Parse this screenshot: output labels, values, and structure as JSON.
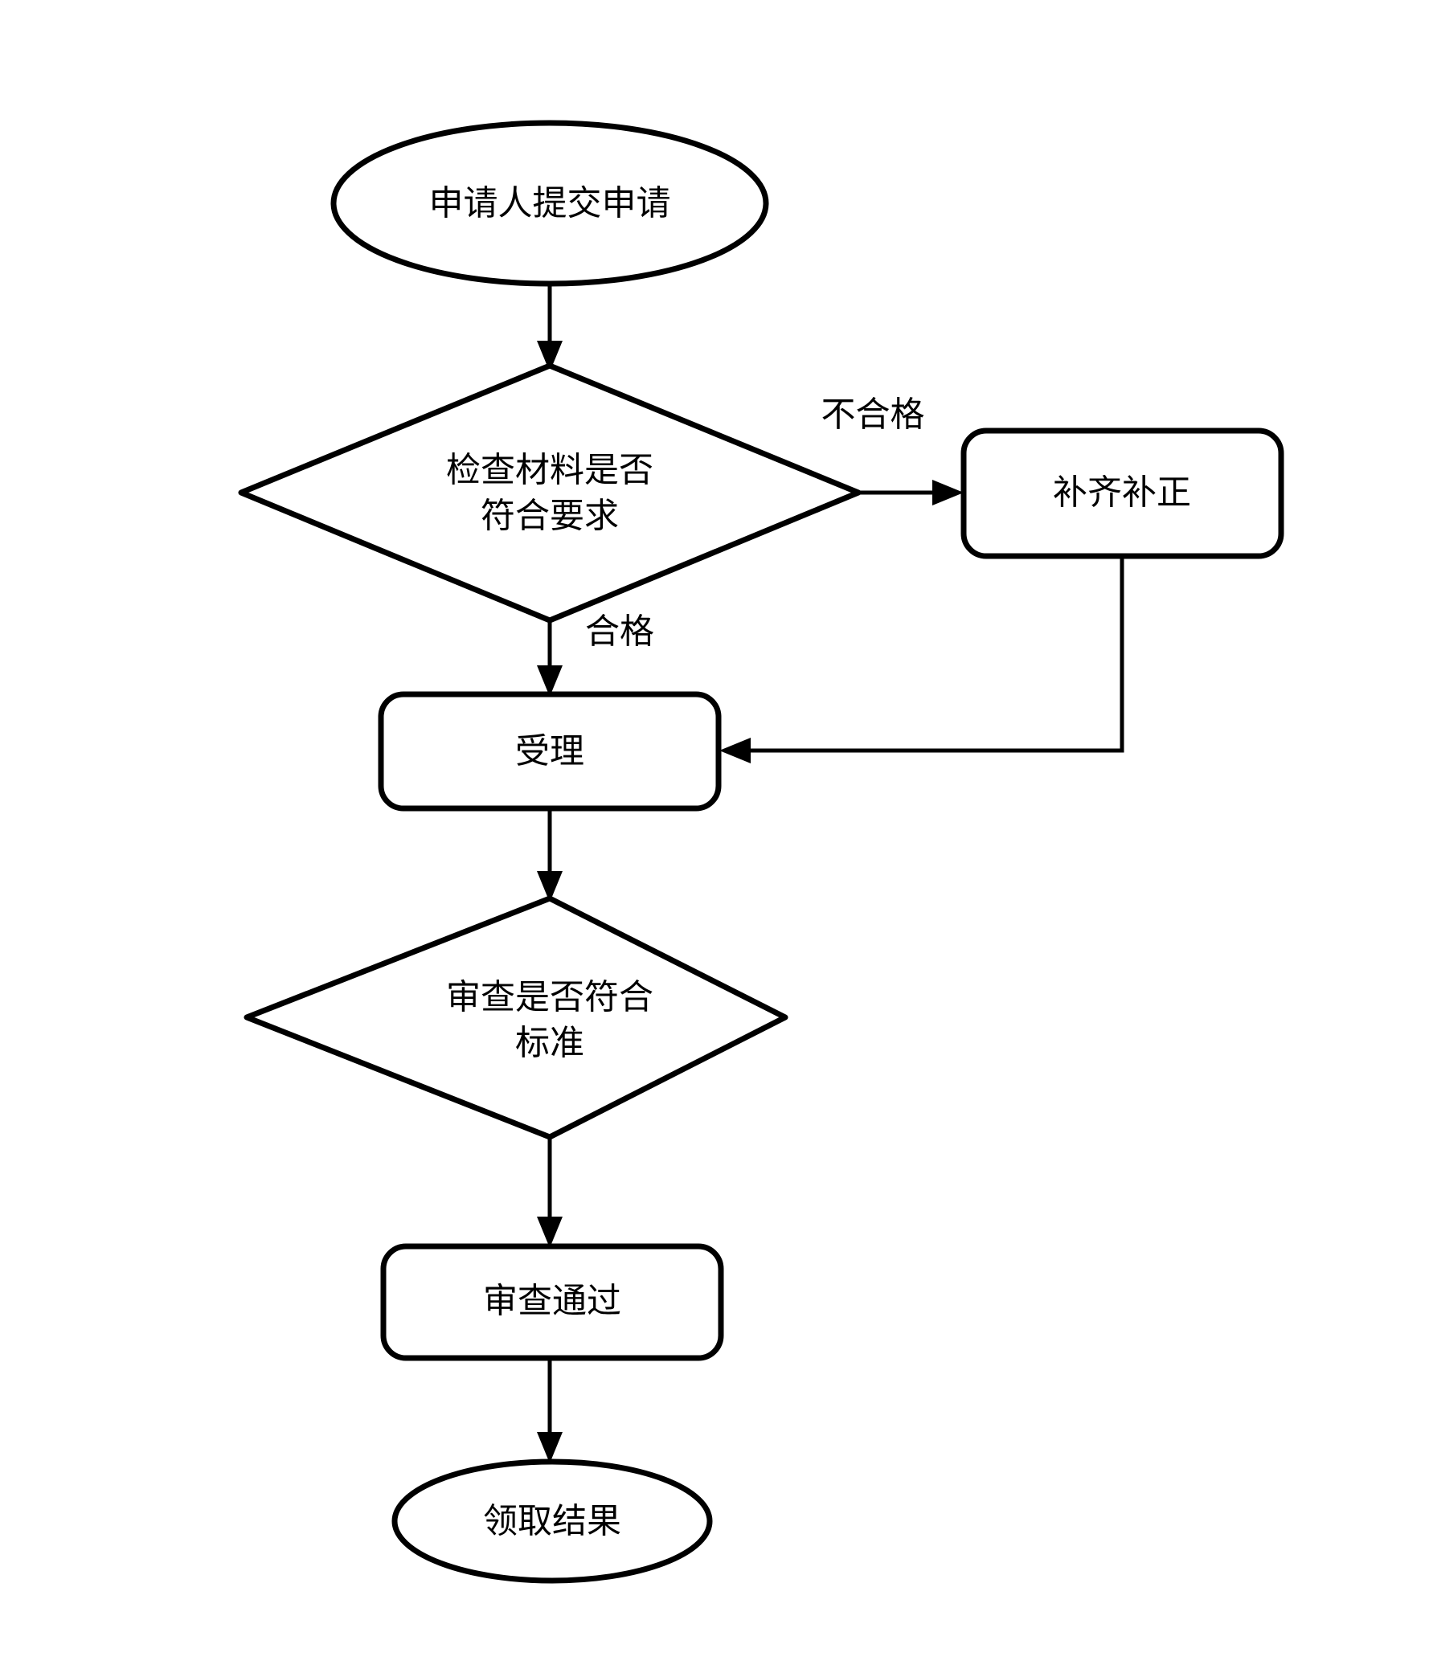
{
  "diagram": {
    "type": "flowchart",
    "orientation": "top-to-bottom",
    "background_color": "#ffffff",
    "line_color": "#000000",
    "text_color": "#000000",
    "nodes": [
      {
        "id": "start",
        "shape": "ellipse",
        "label": "申请人提交申请"
      },
      {
        "id": "check_materials",
        "shape": "diamond",
        "label_line1": "检查材料是否",
        "label_line2": "符合要求"
      },
      {
        "id": "supplement",
        "shape": "rounded-rectangle",
        "label": "补齐补正"
      },
      {
        "id": "accept",
        "shape": "rounded-rectangle",
        "label": "受理"
      },
      {
        "id": "review_standard",
        "shape": "diamond",
        "label_line1": "审查是否符合",
        "label_line2": "标准"
      },
      {
        "id": "review_passed",
        "shape": "rounded-rectangle",
        "label": "审查通过"
      },
      {
        "id": "collect_result",
        "shape": "ellipse",
        "label": "领取结果"
      }
    ],
    "edges": [
      {
        "id": "e1",
        "from": "start",
        "to": "check_materials",
        "label": ""
      },
      {
        "id": "e2",
        "from": "check_materials",
        "to": "supplement",
        "label": "不合格"
      },
      {
        "id": "e3",
        "from": "check_materials",
        "to": "accept",
        "label": "合格"
      },
      {
        "id": "e4",
        "from": "supplement",
        "to": "accept",
        "label": ""
      },
      {
        "id": "e5",
        "from": "accept",
        "to": "review_standard",
        "label": ""
      },
      {
        "id": "e6",
        "from": "review_standard",
        "to": "review_passed",
        "label": ""
      },
      {
        "id": "e7",
        "from": "review_passed",
        "to": "collect_result",
        "label": ""
      }
    ]
  }
}
